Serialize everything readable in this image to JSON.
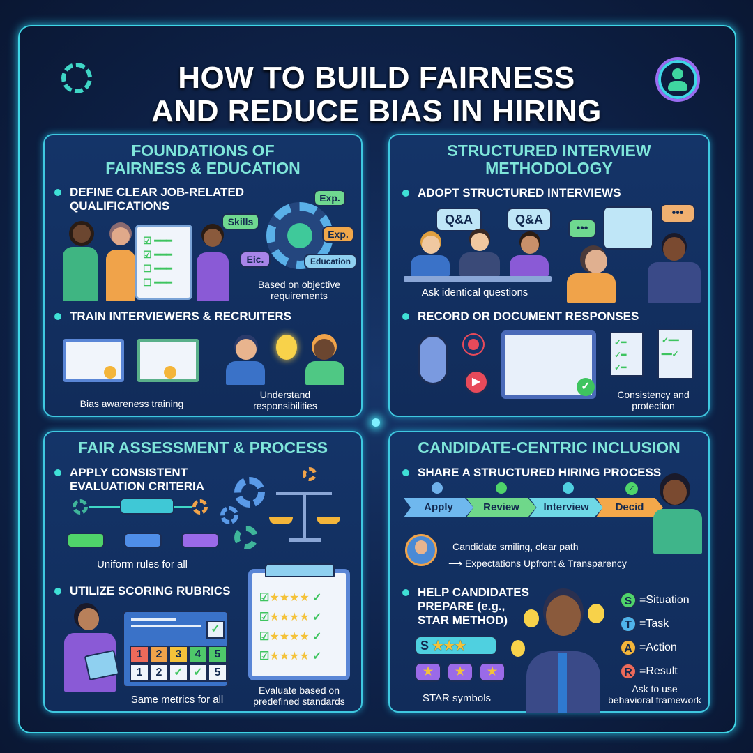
{
  "title": {
    "line1": "HOW TO BUILD FAIRNESS",
    "line2": "AND REDUCE BIAS IN HIRING"
  },
  "colors": {
    "accent": "#3fd6e6",
    "panel_title": "#7fe6da",
    "background": "#0e2249"
  },
  "panels": {
    "foundations": {
      "title1": "FOUNDATIONS OF",
      "title2": "FAIRNESS & EDUCATION",
      "bullet1a": "DEFINE CLEAR JOB-RELATED",
      "bullet1b": "QUALIFICATIONS",
      "tags": {
        "skills": "Skills",
        "exp1": "Exp.",
        "exp2": "Exp.",
        "etc": "Eic.",
        "education": "Education"
      },
      "caption1a": "Based on objective",
      "caption1b": "requirements",
      "bullet2": "TRAIN INTERVIEWERS & RECRUITERS",
      "caption2": "Bias awareness training",
      "caption3a": "Understand",
      "caption3b": "responsibilities"
    },
    "structured": {
      "title1": "STRUCTURED INTERVIEW",
      "title2": "METHODOLOGY",
      "bullet1": "ADOPT STRUCTURED INTERVIEWS",
      "qa1": "Q&A",
      "qa2": "Q&A",
      "caption1": "Ask identical questions",
      "bullet2": "RECORD OR DOCUMENT RESPONSES",
      "caption2a": "Consistency and",
      "caption2b": "protection"
    },
    "assessment": {
      "title": "FAIR ASSESSMENT & PROCESS",
      "bullet1a": "APPLY CONSISTENT",
      "bullet1b": "EVALUATION CRITERIA",
      "caption1": "Uniform rules for all",
      "bullet2": "UTILIZE SCORING RUBRICS",
      "rubric_top": [
        "1",
        "2",
        "3",
        "4",
        "5"
      ],
      "rubric_bottom": [
        "1",
        "2",
        "✓",
        "✓",
        "5"
      ],
      "caption2": "Same metrics for all",
      "caption3a": "Evaluate based on",
      "caption3b": "predefined standards"
    },
    "inclusion": {
      "title": "CANDIDATE-CENTRIC INCLUSION",
      "bullet1": "SHARE A STRUCTURED HIRING PROCESS",
      "steps": [
        "Apply",
        "Review",
        "Interview",
        "Decid"
      ],
      "caption1a": "Candidate smiling, clear path",
      "caption1b": "Expectations Upfront & Transparency",
      "bullet2a": "HELP CANDIDATES",
      "bullet2b": "PREPARE (e.g.,",
      "bullet2c": "STAR METHOD)",
      "star_s": "S",
      "caption2": "STAR symbols",
      "star": [
        {
          "letter": "S",
          "label": "=Situation",
          "color": "#4fd46a"
        },
        {
          "letter": "T",
          "label": "=Task",
          "color": "#4fb3ea"
        },
        {
          "letter": "A",
          "label": "=Action",
          "color": "#f4b53a"
        },
        {
          "letter": "R",
          "label": "=Result",
          "color": "#ee6a5a"
        }
      ],
      "caption3a": "Ask to use",
      "caption3b": "behavioral framework"
    }
  }
}
